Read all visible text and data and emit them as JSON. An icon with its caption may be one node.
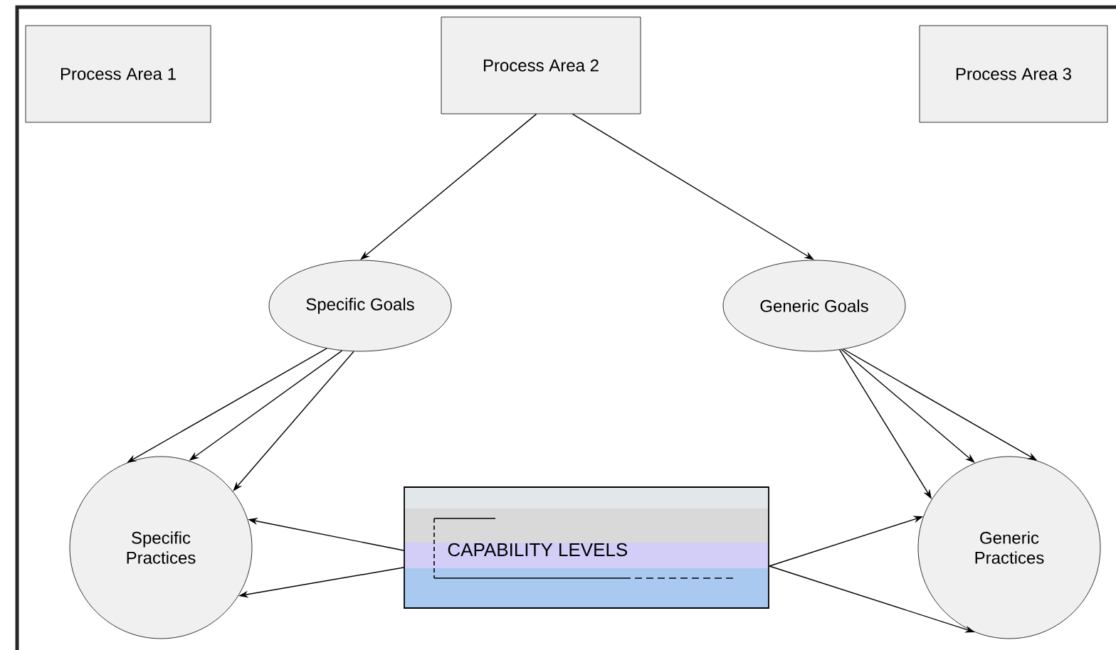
{
  "diagram": {
    "nodes": [
      {
        "text": [
          "Process Area 1"
        ]
      },
      {
        "text": [
          "Process Area 2"
        ]
      },
      {
        "text": [
          "Process Area 3"
        ]
      },
      {
        "text": [
          "Specific Goals"
        ]
      },
      {
        "text": [
          "Generic Goals"
        ]
      },
      {
        "text": [
          "Specific Practices"
        ]
      },
      {
        "text": [
          "Generic Practices"
        ]
      },
      {
        "text": [
          "CAPABILITY LEVELS"
        ]
      }
    ],
    "edges": [
      {
        "from": 1,
        "to": 3,
        "arrow": "to"
      },
      {
        "from": 1,
        "to": 4,
        "arrow": "to"
      },
      {
        "from": 3,
        "to": 5,
        "arrow": "to"
      },
      {
        "from": 3,
        "to": 5,
        "arrow": "to"
      },
      {
        "from": 3,
        "to": 5,
        "arrow": "to"
      },
      {
        "from": 4,
        "to": 6,
        "arrow": "to"
      },
      {
        "from": 4,
        "to": 6,
        "arrow": "to"
      },
      {
        "from": 4,
        "to": 6,
        "arrow": "to"
      },
      {
        "from": 7,
        "to": 5,
        "arrow": "to"
      },
      {
        "from": 7,
        "to": 5,
        "arrow": "to"
      },
      {
        "from": 7,
        "to": 6,
        "arrow": "to"
      },
      {
        "from": 7,
        "to": 6,
        "arrow": "to"
      }
    ]
  }
}
